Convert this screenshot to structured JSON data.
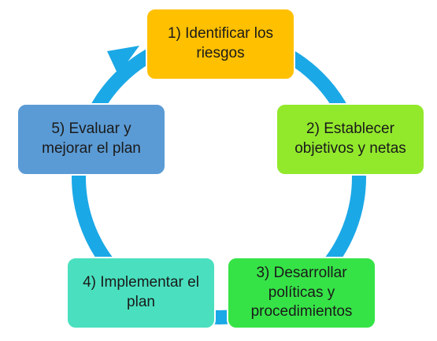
{
  "diagram": {
    "type": "cycle",
    "colors": {
      "arrow": "#1BA8E6",
      "step_border": "#ffffff",
      "text": "#1a1a1a"
    },
    "steps": [
      {
        "label": "1) Identificar los riesgos",
        "color": "#FFC000"
      },
      {
        "label": "2) Establecer objetivos y netas",
        "color": "#92E92C"
      },
      {
        "label": "3) Desarrollar políticas y procedimientos",
        "color": "#36E347"
      },
      {
        "label": "4) Implementar el plan",
        "color": "#4AE0BF"
      },
      {
        "label": "5) Evaluar y mejorar el plan",
        "color": "#5B9BD5"
      }
    ]
  }
}
